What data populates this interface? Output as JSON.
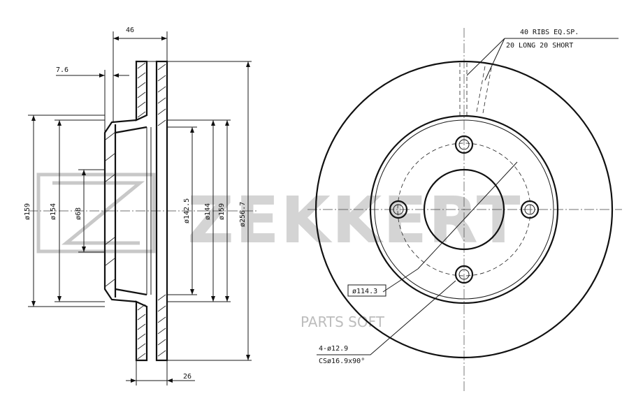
{
  "watermark": {
    "brand": "ZEKKERT",
    "secondary": "PARTS SOFT"
  },
  "side_view": {
    "dims": {
      "width_46": "46",
      "offset_7_6": "7.6",
      "thickness_26": "26",
      "d159_left": "ø159",
      "d154": "ø154",
      "d68": "ø68",
      "d142_5": "ø142.5",
      "d144": "ø144",
      "d159_right": "ø159",
      "d256_7": "ø256.7"
    }
  },
  "front_view": {
    "ribs_line1": "40 RIBS EQ.SP.",
    "ribs_line2": "20 LONG  20 SHORT",
    "pcd": "ø114.3",
    "holes_line1": "4-ø12.9",
    "holes_line2": "CSø16.9x90°"
  }
}
